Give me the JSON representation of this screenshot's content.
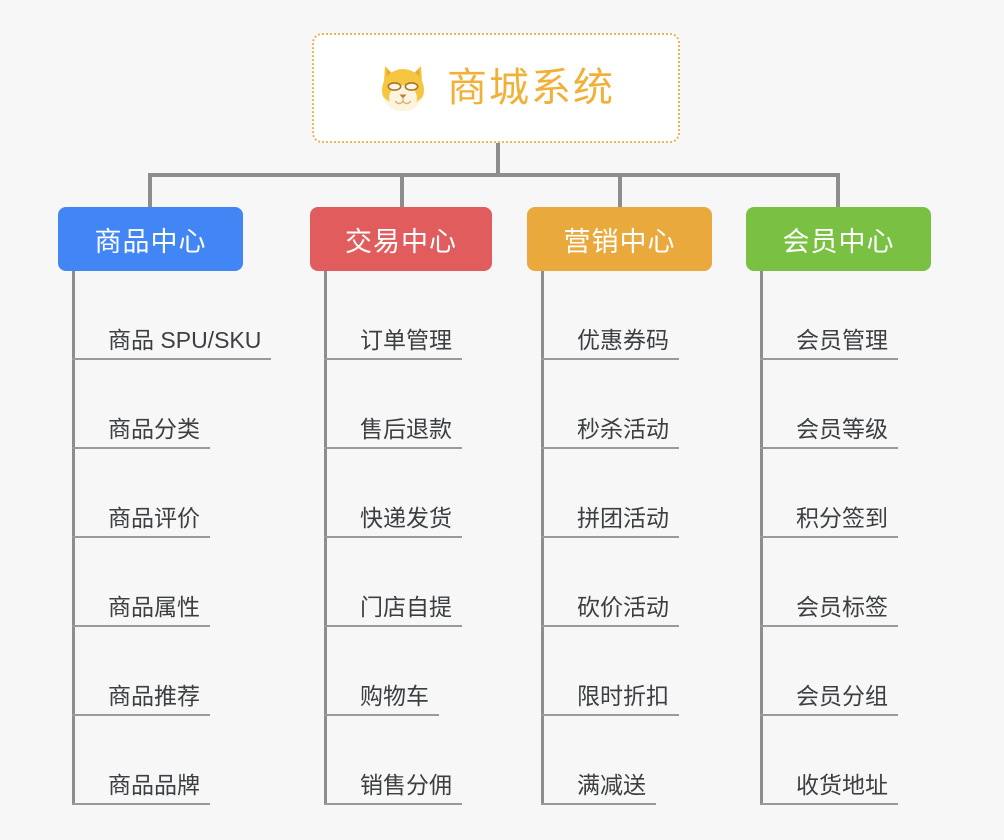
{
  "root": {
    "title": "商城系统",
    "icon": "shiba-dog-icon",
    "border_color": "#e8b45a",
    "title_color": "#f0b138"
  },
  "canvas": {
    "background": "#f7f7f7",
    "connector_color": "#8d8d8d",
    "leaf_text_color": "#3c3f41",
    "leaf_rule_color": "#9a9a9a"
  },
  "columns": [
    {
      "label": "商品中心",
      "color": "#4285f4",
      "items": [
        "商品 SPU/SKU",
        "商品分类",
        "商品评价",
        "商品属性",
        "商品推荐",
        "商品品牌"
      ]
    },
    {
      "label": "交易中心",
      "color": "#e15c5c",
      "items": [
        "订单管理",
        "售后退款",
        "快递发货",
        "门店自提",
        "购物车",
        "销售分佣"
      ]
    },
    {
      "label": "营销中心",
      "color": "#eaa93c",
      "items": [
        "优惠券码",
        "秒杀活动",
        "拼团活动",
        "砍价活动",
        "限时折扣",
        "满减送"
      ]
    },
    {
      "label": "会员中心",
      "color": "#7ac143",
      "items": [
        "会员管理",
        "会员等级",
        "积分签到",
        "会员标签",
        "会员分组",
        "收货地址"
      ]
    }
  ]
}
